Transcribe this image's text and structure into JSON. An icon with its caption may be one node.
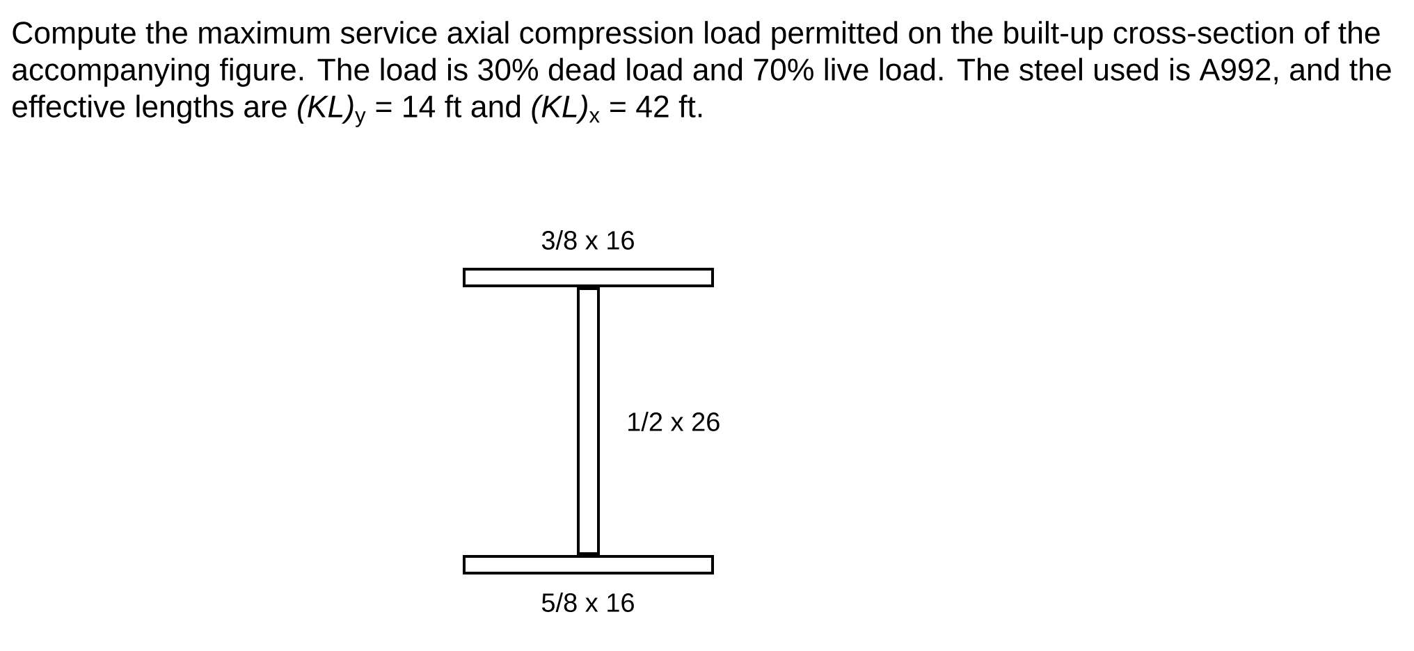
{
  "diagram": {
    "title": "Compute the maximum service axial compression load permitted on the built-up cross-section of the accompanying figure. The load is 30% dead load and 70% live load. The steel used is A992, and the effective lengths are *(KL)*$_{y}$ = 14 ft and *(KL)*$_{x}$ = 42 ft.",
    "nodes": [
      {
        "text": [],
        "shape": "box",
        "beside": [
          "3/8 x 16"
        ]
      },
      {
        "text": [],
        "shape": "box",
        "beside": [
          "1/2 x 26"
        ]
      },
      {
        "text": [],
        "shape": "box",
        "beside": [
          "5/8 x 16"
        ]
      }
    ]
  }
}
